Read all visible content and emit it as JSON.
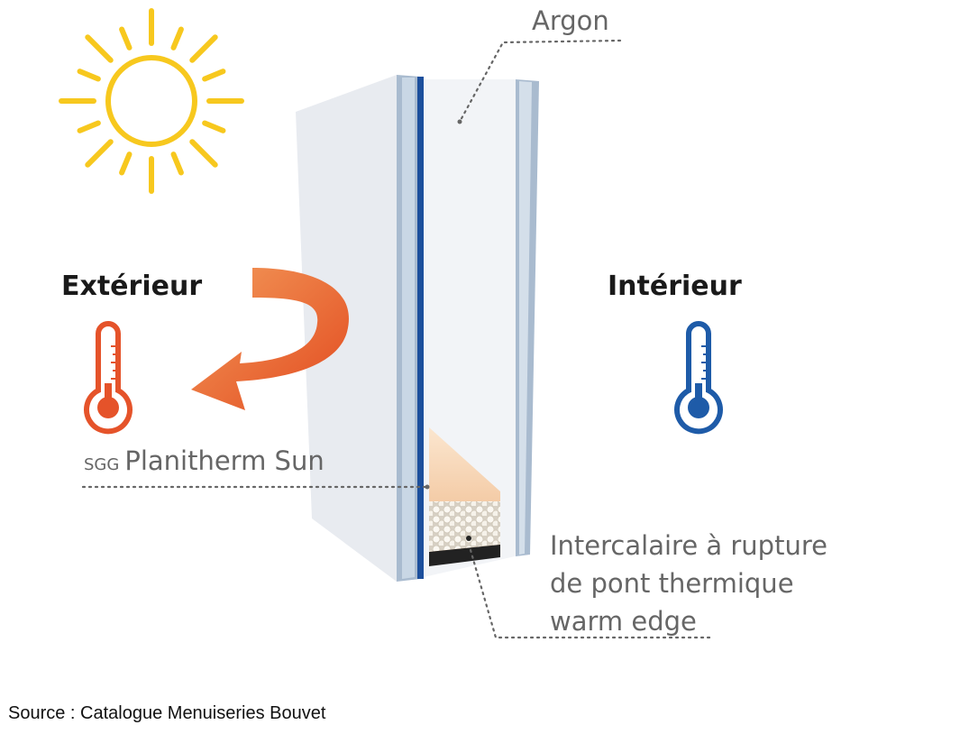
{
  "labels": {
    "exterior": "Extérieur",
    "interior": "Intérieur",
    "argon": "Argon",
    "coating_prefix": "SGG",
    "coating_name": "Planitherm Sun",
    "spacer_line1": "Intercalaire à rupture",
    "spacer_line2": "de pont thermique",
    "spacer_line3": "warm edge"
  },
  "source": "Source : Catalogue Menuiseries Bouvet",
  "colors": {
    "sun": "#f7c81e",
    "hot": "#e5532a",
    "cold": "#1e5ba8",
    "coating_line": "#1c4f9c",
    "glass": "#e8ebf0",
    "glass_edge": "#a9bbcf",
    "spacer_fill": "#f6cfa6",
    "seal": "#222222"
  },
  "icons": [
    "sun-icon",
    "hot-thermometer-icon",
    "cold-thermometer-icon",
    "heat-reflection-arrow-icon"
  ]
}
